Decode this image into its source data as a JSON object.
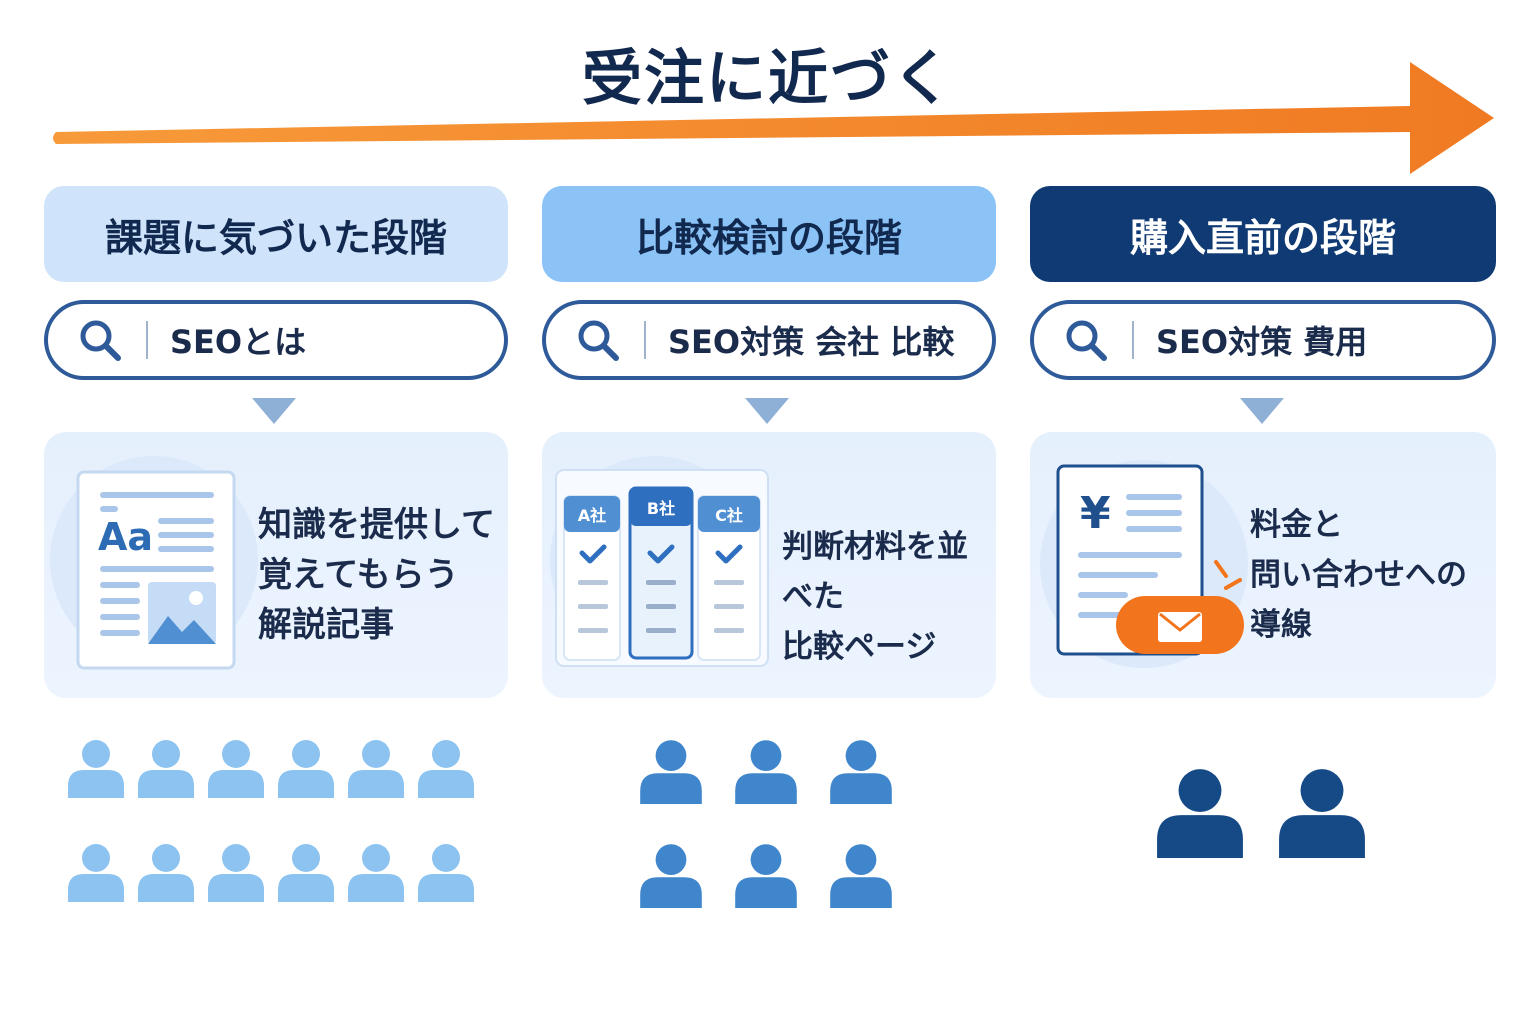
{
  "title": "受注に近づく",
  "colors": {
    "arrow_start": "#f79a3a",
    "arrow_end": "#f07a22",
    "stage1": "#cfe3fb",
    "stage2": "#8cc3f6",
    "stage3": "#103a73",
    "people1": "#8cc3f0",
    "people2": "#3f86cc",
    "people3": "#154a86",
    "accent": "#f2741d"
  },
  "stages": [
    {
      "header": "課題に気づいた段階",
      "query": "SEOとは",
      "content": "知識を提供して\n覚えてもらう\n解説記事",
      "doc_label": "Aa",
      "people_count": 12
    },
    {
      "header": "比較検討の段階",
      "query": "SEO対策 会社 比較",
      "content": "判断材料を並べた\n比較ページ",
      "compare_cols": [
        "A社",
        "B社",
        "C社"
      ],
      "people_count": 6
    },
    {
      "header": "購入直前の段階",
      "query": "SEO対策 費用",
      "content": "料金と\n問い合わせへの導線",
      "doc_label": "¥",
      "people_count": 2
    }
  ]
}
